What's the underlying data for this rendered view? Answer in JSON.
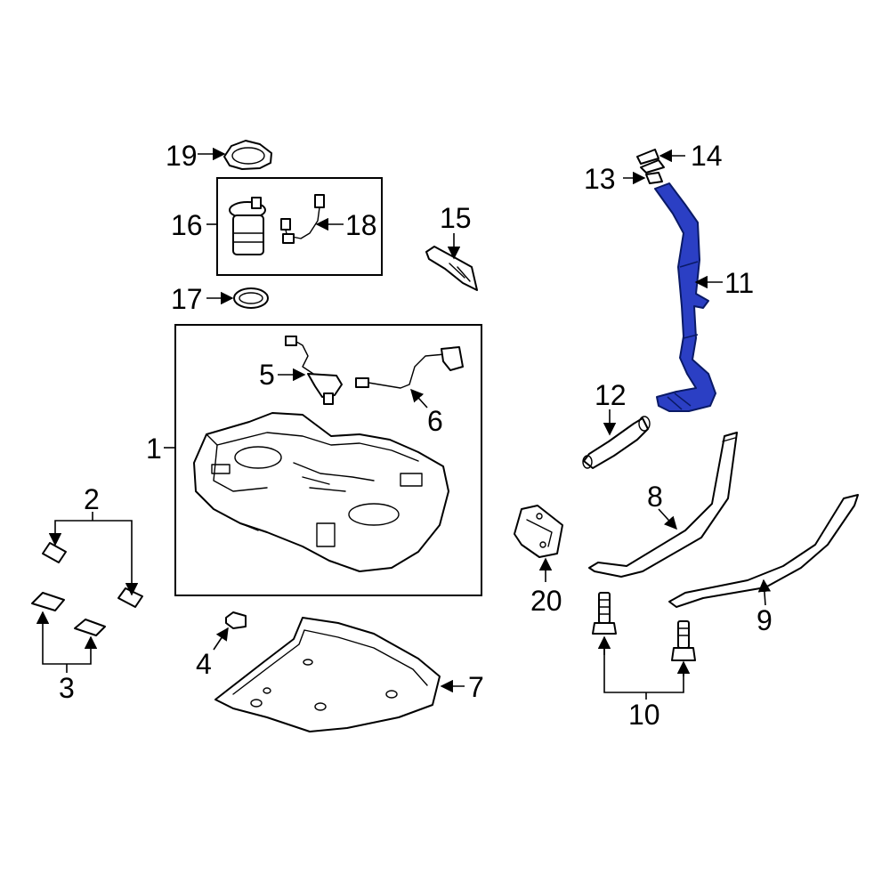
{
  "highlight_color": "#2b3fc4",
  "callouts": [
    {
      "id": "1",
      "text": "1"
    },
    {
      "id": "2",
      "text": "2"
    },
    {
      "id": "3",
      "text": "3"
    },
    {
      "id": "4",
      "text": "4"
    },
    {
      "id": "5",
      "text": "5"
    },
    {
      "id": "6",
      "text": "6"
    },
    {
      "id": "7",
      "text": "7"
    },
    {
      "id": "8",
      "text": "8"
    },
    {
      "id": "9",
      "text": "9"
    },
    {
      "id": "10",
      "text": "10"
    },
    {
      "id": "11",
      "text": "11"
    },
    {
      "id": "12",
      "text": "12"
    },
    {
      "id": "13",
      "text": "13"
    },
    {
      "id": "14",
      "text": "14"
    },
    {
      "id": "15",
      "text": "15"
    },
    {
      "id": "16",
      "text": "16"
    },
    {
      "id": "17",
      "text": "17"
    },
    {
      "id": "18",
      "text": "18"
    },
    {
      "id": "19",
      "text": "19"
    },
    {
      "id": "20",
      "text": "20"
    }
  ]
}
